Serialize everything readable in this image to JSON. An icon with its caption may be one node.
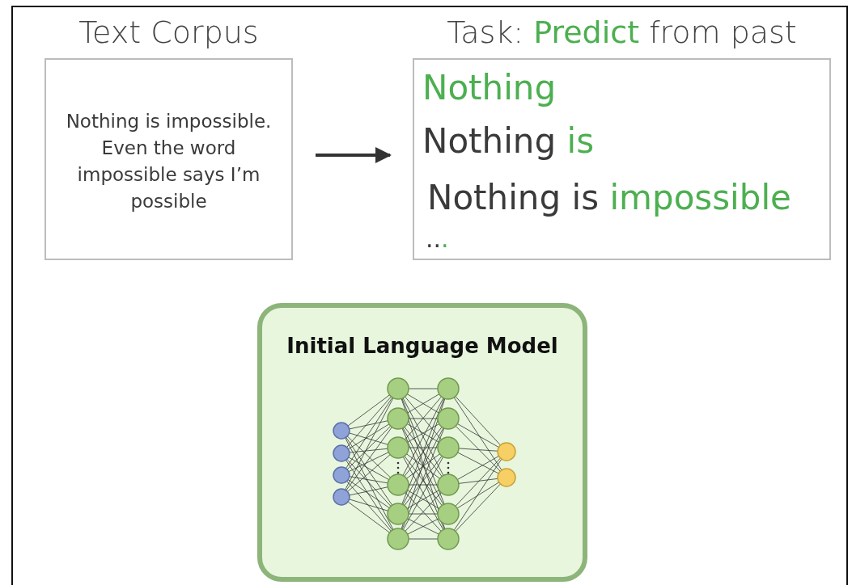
{
  "diagram": {
    "nodes": [
      {
        "text": [
          "Text Corpus",
          "Nothing is impossible. Even the word impossible says I’m possible"
        ]
      },
      {
        "text": [
          "Task: **Predict** from past",
          "Nothing",
          "Nothing **is**",
          "Nothing is **impossible**",
          "..**.**"
        ]
      },
      {
        "text": [
          "Initial Language Model"
        ]
      }
    ],
    "edges": [
      {
        "from": 0,
        "to": 1,
        "arrow": "to"
      }
    ]
  }
}
